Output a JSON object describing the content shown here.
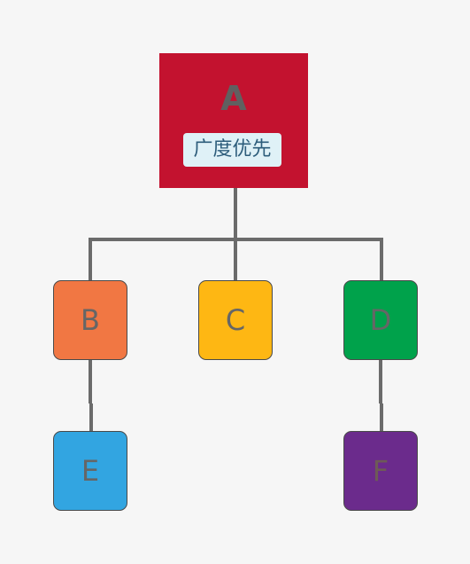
{
  "diagram": {
    "root": {
      "label": "A",
      "tag": "广度优先",
      "color": "#c3122f"
    },
    "children": [
      {
        "id": "B",
        "label": "B",
        "color": "#f17743"
      },
      {
        "id": "C",
        "label": "C",
        "color": "#feb713"
      },
      {
        "id": "D",
        "label": "D",
        "color": "#00a24b"
      }
    ],
    "grandchildren": [
      {
        "id": "E",
        "label": "E",
        "parent": "B",
        "color": "#32a5e1"
      },
      {
        "id": "F",
        "label": "F",
        "parent": "D",
        "color": "#6b2b8c"
      }
    ],
    "connector_color": "#6b6b6b"
  }
}
